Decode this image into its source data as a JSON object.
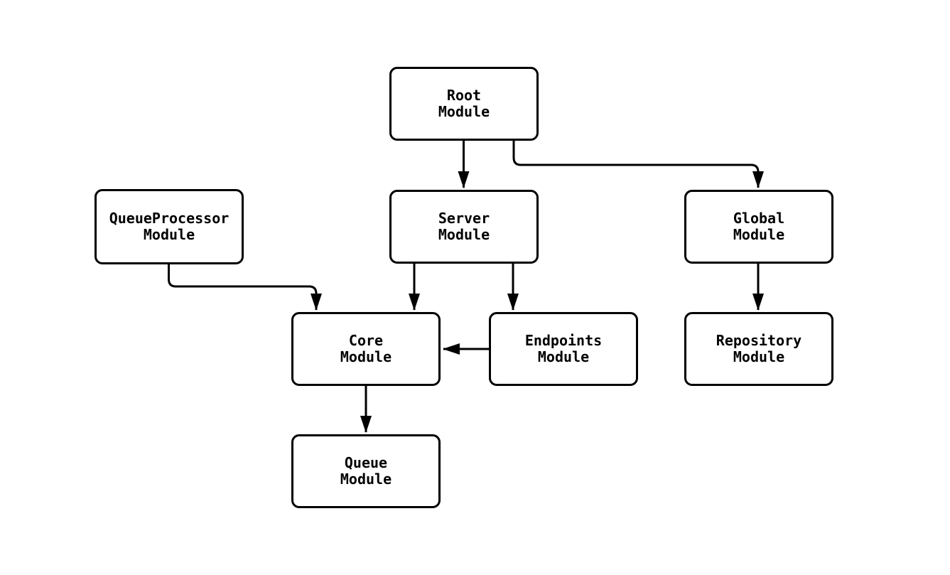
{
  "diagram": {
    "type": "module-dependency-flowchart",
    "background_color": "#ffffff",
    "node_fill_color": "#ffffff",
    "node_border_color": "#000000",
    "edge_color": "#000000",
    "text_color": "#000000",
    "nodes": [
      {
        "id": "root",
        "label": "Root\nModule"
      },
      {
        "id": "queueprocessor",
        "label": "QueueProcessor\nModule"
      },
      {
        "id": "server",
        "label": "Server\nModule"
      },
      {
        "id": "global",
        "label": "Global\nModule"
      },
      {
        "id": "core",
        "label": "Core\nModule"
      },
      {
        "id": "endpoints",
        "label": "Endpoints\nModule"
      },
      {
        "id": "repository",
        "label": "Repository\nModule"
      },
      {
        "id": "queue",
        "label": "Queue\nModule"
      }
    ],
    "edges": [
      {
        "from": "Root Module",
        "to": "Server Module"
      },
      {
        "from": "Root Module",
        "to": "Global Module"
      },
      {
        "from": "QueueProcessor Module",
        "to": "Core Module"
      },
      {
        "from": "Server Module",
        "to": "Core Module"
      },
      {
        "from": "Server Module",
        "to": "Endpoints Module"
      },
      {
        "from": "Endpoints Module",
        "to": "Core Module"
      },
      {
        "from": "Core Module",
        "to": "Queue Module"
      },
      {
        "from": "Global Module",
        "to": "Repository Module"
      }
    ]
  }
}
